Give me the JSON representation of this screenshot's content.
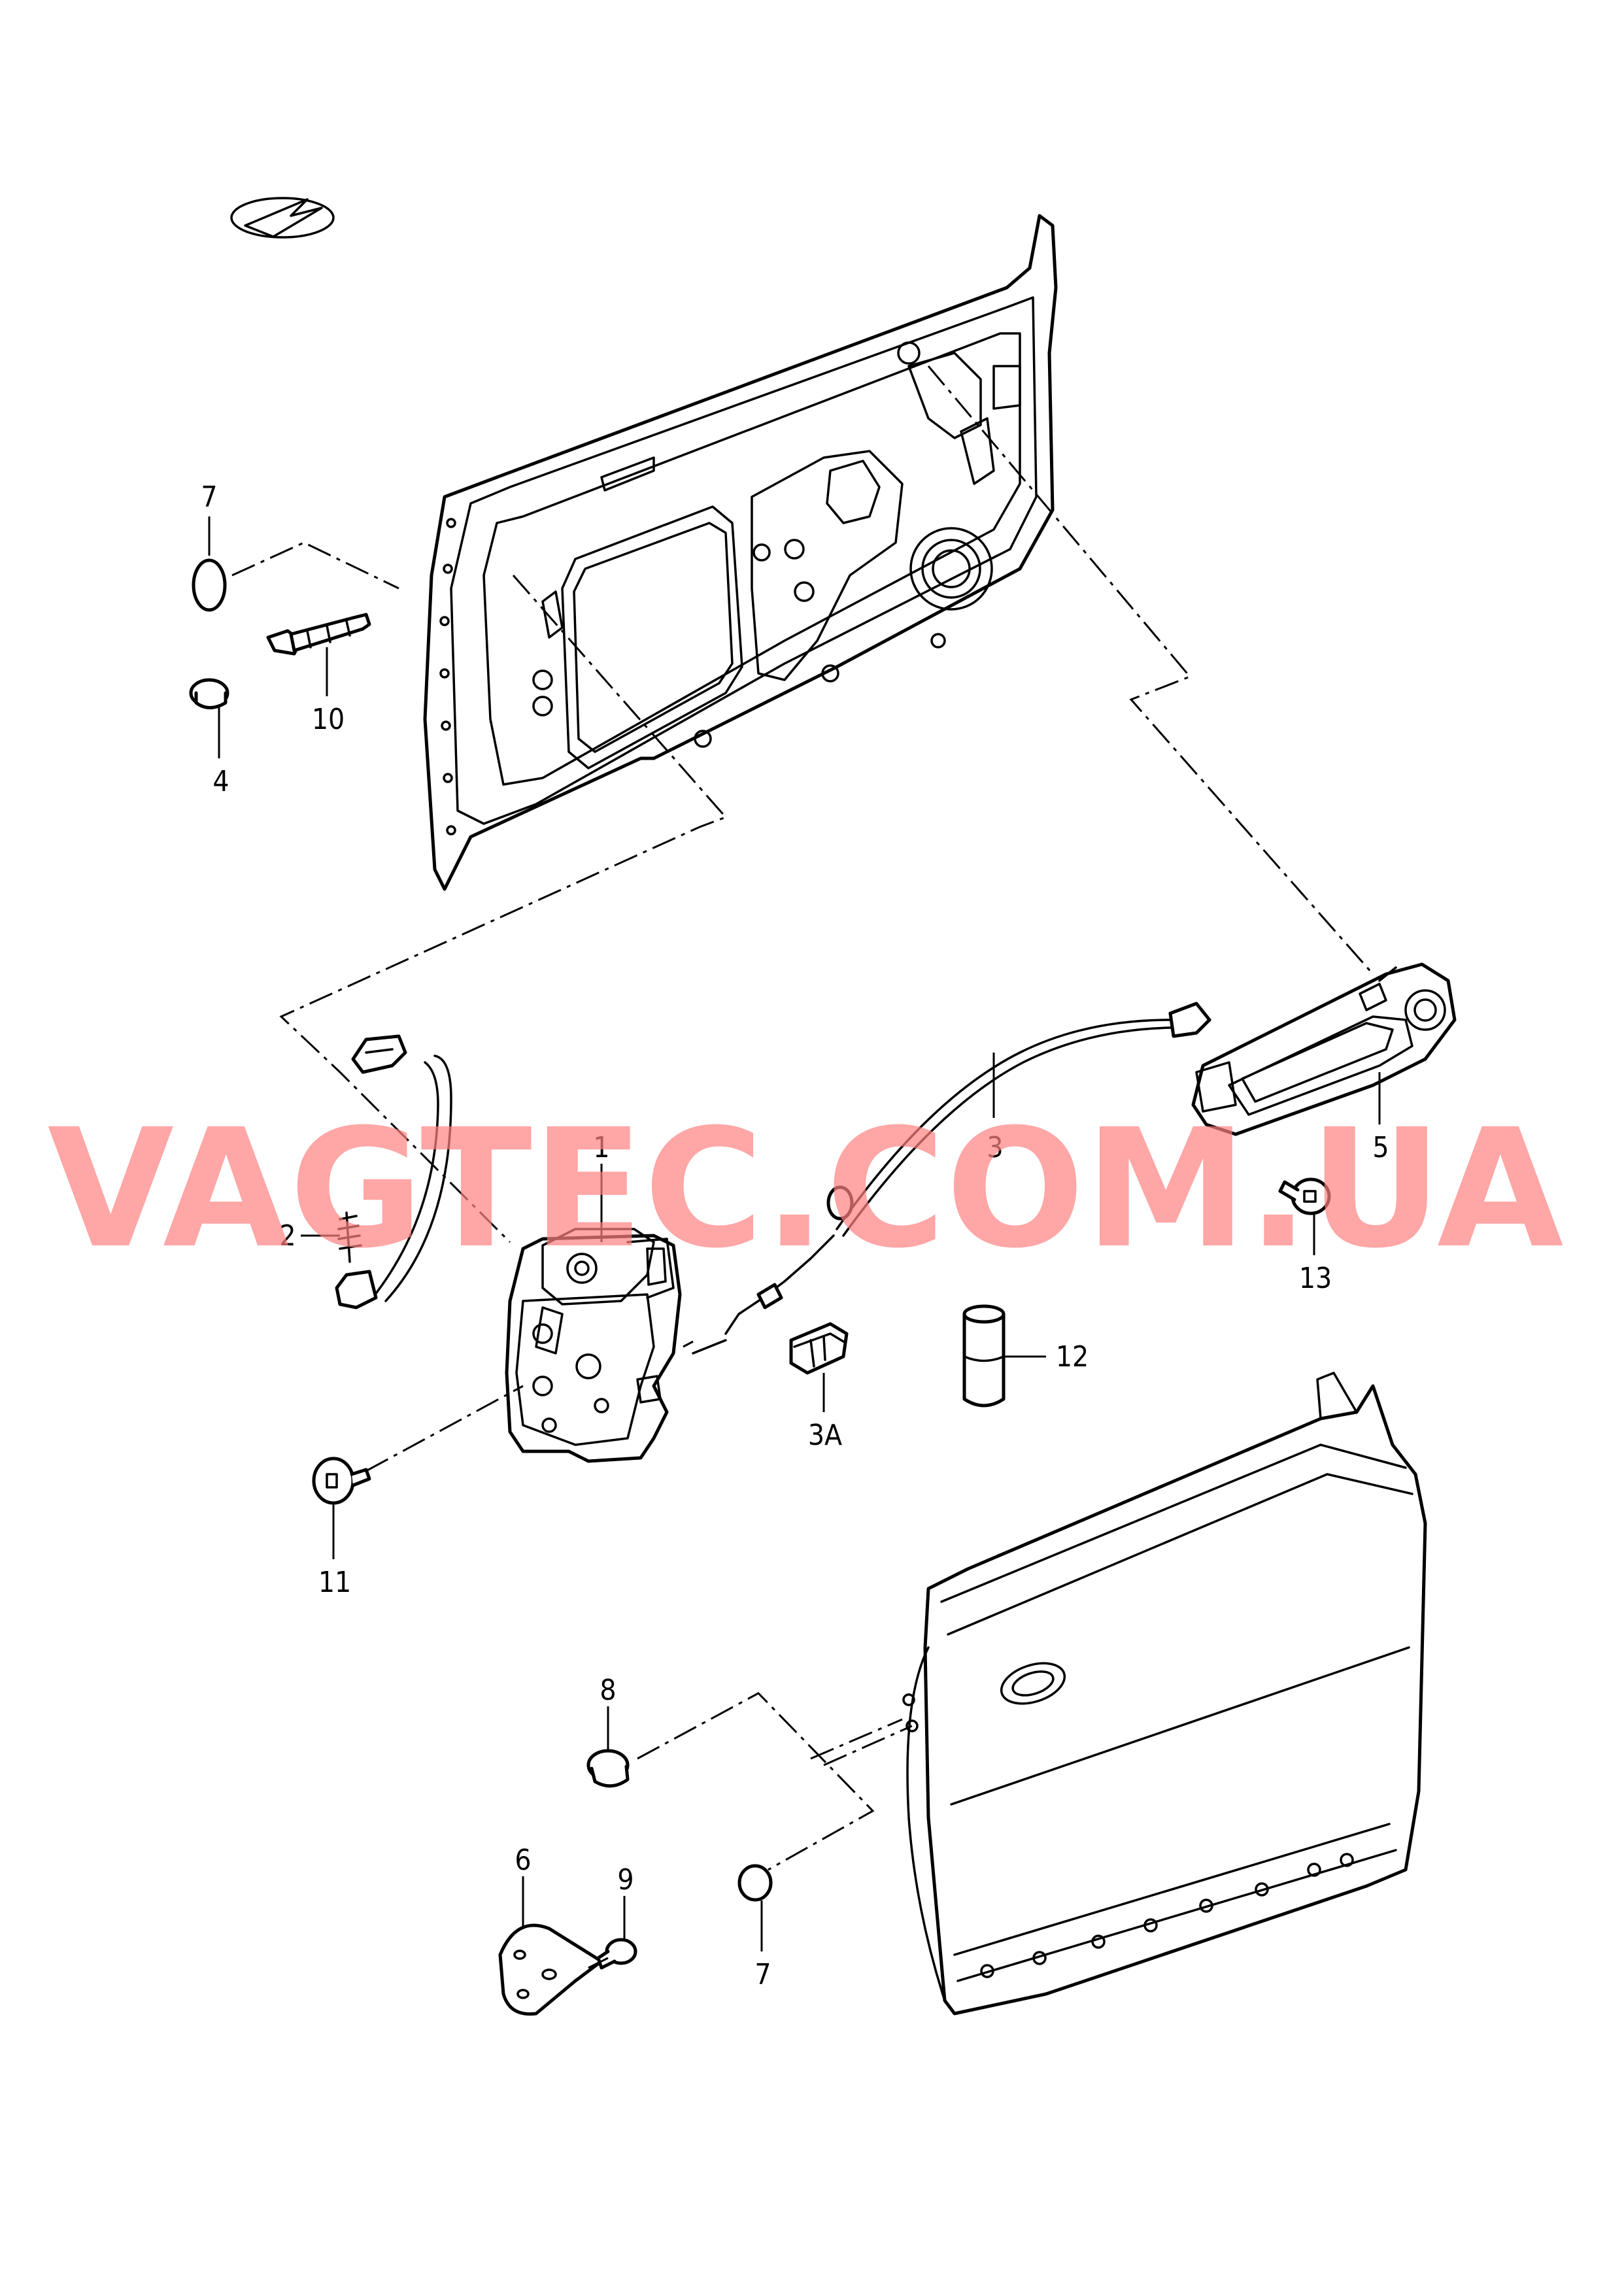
{
  "watermark": "VAGTEC.COM.UA",
  "callouts": {
    "c1": "1",
    "c2": "2",
    "c3": "3",
    "c3a": "3A",
    "c4": "4",
    "c5": "5",
    "c6": "6",
    "c7a": "7",
    "c7b": "7",
    "c8": "8",
    "c9": "9",
    "c10": "10",
    "c11": "11",
    "c12": "12",
    "c13": "13"
  },
  "colors": {
    "line": "#000000",
    "watermark": "#ff8080",
    "background": "#ffffff"
  }
}
